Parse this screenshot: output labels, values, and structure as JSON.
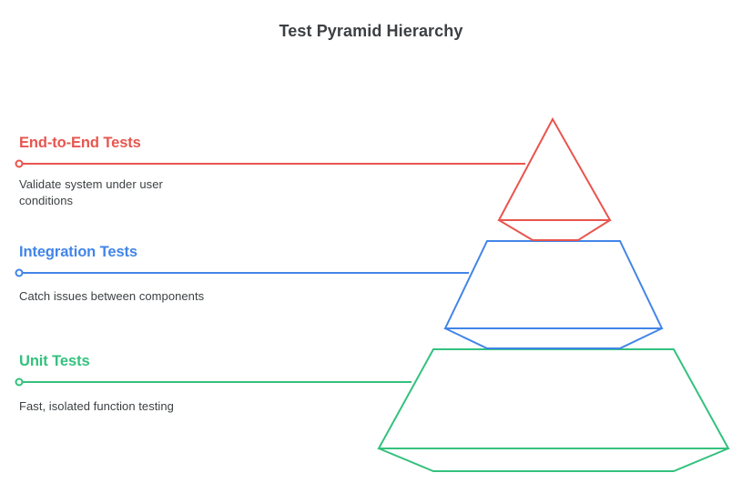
{
  "title": "Test Pyramid Hierarchy",
  "colors": {
    "e2e": "#e8554e",
    "integration": "#4285e8",
    "unit": "#34c17e",
    "title_text": "#3c4043",
    "description_text": "#3c4043",
    "background": "#ffffff"
  },
  "tiers": [
    {
      "id": "end-to-end",
      "label": "End-to-End Tests",
      "description": "Validate system under user conditions",
      "color": "#e8554e",
      "level": 1
    },
    {
      "id": "integration",
      "label": "Integration Tests",
      "description": "Catch issues between components",
      "color": "#4285e8",
      "level": 2
    },
    {
      "id": "unit",
      "label": "Unit Tests",
      "description": "Fast, isolated function testing",
      "color": "#34c17e",
      "level": 3
    }
  ],
  "chart_data": {
    "type": "pyramid",
    "title": "Test Pyramid Hierarchy",
    "orientation": "vertical-3-tier",
    "categories": [
      "End-to-End Tests",
      "Integration Tests",
      "Unit Tests"
    ],
    "descriptions": [
      "Validate system under user conditions",
      "Catch issues between components",
      "Fast, isolated function testing"
    ],
    "series_colors": [
      "#e8554e",
      "#4285e8",
      "#34c17e"
    ],
    "tier_relative_widths": [
      0.32,
      0.62,
      1.0
    ],
    "legend": "none",
    "grid": false,
    "geometry": {
      "apex": [
        607,
        131
      ],
      "tier1_front": [
        [
          548,
          242
        ],
        [
          670,
          242
        ]
      ],
      "tier1_fold": [
        [
          585,
          264
        ],
        [
          635,
          264
        ]
      ],
      "tier2_top": [
        [
          535,
          265
        ],
        [
          681,
          265
        ]
      ],
      "tier2_front": [
        [
          489,
          361
        ],
        [
          727,
          361
        ]
      ],
      "tier2_fold": [
        [
          535,
          383
        ],
        [
          681,
          383
        ]
      ],
      "tier3_top": [
        [
          476,
          384
        ],
        [
          740,
          384
        ]
      ],
      "tier3_front": [
        [
          416,
          493
        ],
        [
          800,
          493
        ]
      ],
      "tier3_fold": [
        [
          476,
          518
        ],
        [
          740,
          518
        ]
      ],
      "leader_y": [
        180,
        300,
        420
      ],
      "leader_x_start": 20,
      "leader_x_end": [
        577,
        515,
        452
      ]
    }
  }
}
